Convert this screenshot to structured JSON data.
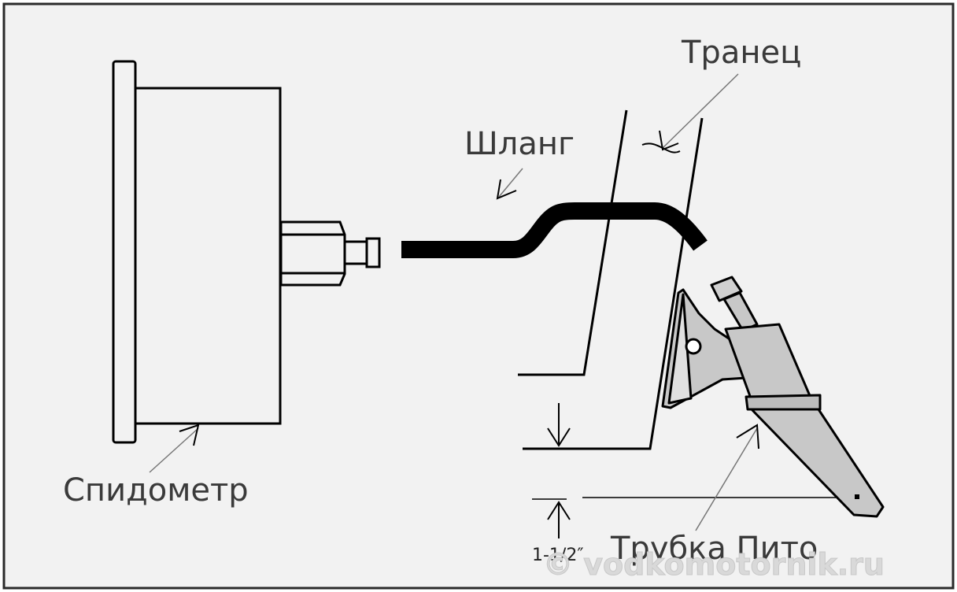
{
  "labels": {
    "transom": "Транец",
    "hose": "Шланг",
    "speedometer": "Спидометр",
    "pitot": "Трубка Пито",
    "depth": "1-1/2″"
  },
  "watermark": "© vodkomotornik.ru",
  "colors": {
    "frame": "#2a2a2a",
    "background": "#f2f2f2",
    "ink": "#000000",
    "pitot_fill": "#c8c8c8",
    "label": "#3a3a3a"
  }
}
